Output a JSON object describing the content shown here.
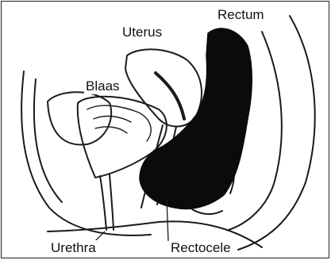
{
  "diagram": {
    "labels": {
      "uterus": "Uterus",
      "rectum": "Rectum",
      "blaas": "Blaas",
      "urethra": "Urethra",
      "rectocele": "Rectocele"
    },
    "colors": {
      "line": "#1a1a1a",
      "fill_dark": "#0b0b0b",
      "background": "#ffffff"
    }
  }
}
